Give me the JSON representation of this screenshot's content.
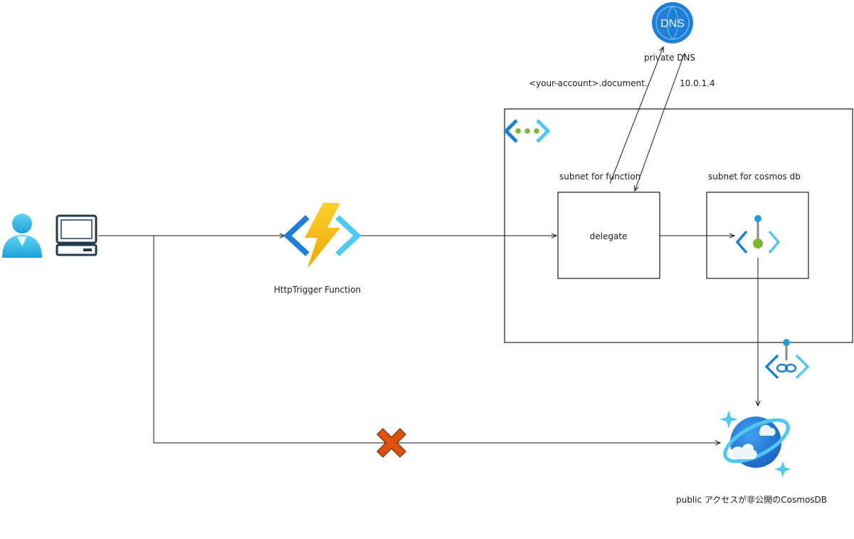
{
  "labels": {
    "private_dns": "private DNS",
    "dns_badge": "DNS",
    "dns_query": "<your-account>.document.",
    "dns_answer": "10.0.1.4",
    "subnet_function": "subnet for function",
    "subnet_cosmos": "subnet for cosmos db",
    "delegate": "delegate",
    "function_name": "HttpTrigger Function",
    "cosmos_name": "public アクセスが非公開のCosmosDB"
  },
  "colors": {
    "azure_blue": "#1f7fd6",
    "azure_light": "#50c8f0",
    "bolt": "#f8c61d",
    "vnet_green": "#7cb82f",
    "block_cross": "#e0520c",
    "stroke": "#1a1a1a"
  },
  "icons": [
    "user-icon",
    "computer-icon",
    "function-bolt-icon",
    "dns-icon",
    "vnet-icon",
    "private-endpoint-icon",
    "private-link-icon",
    "cosmos-db-icon",
    "blocked-cross-icon"
  ]
}
